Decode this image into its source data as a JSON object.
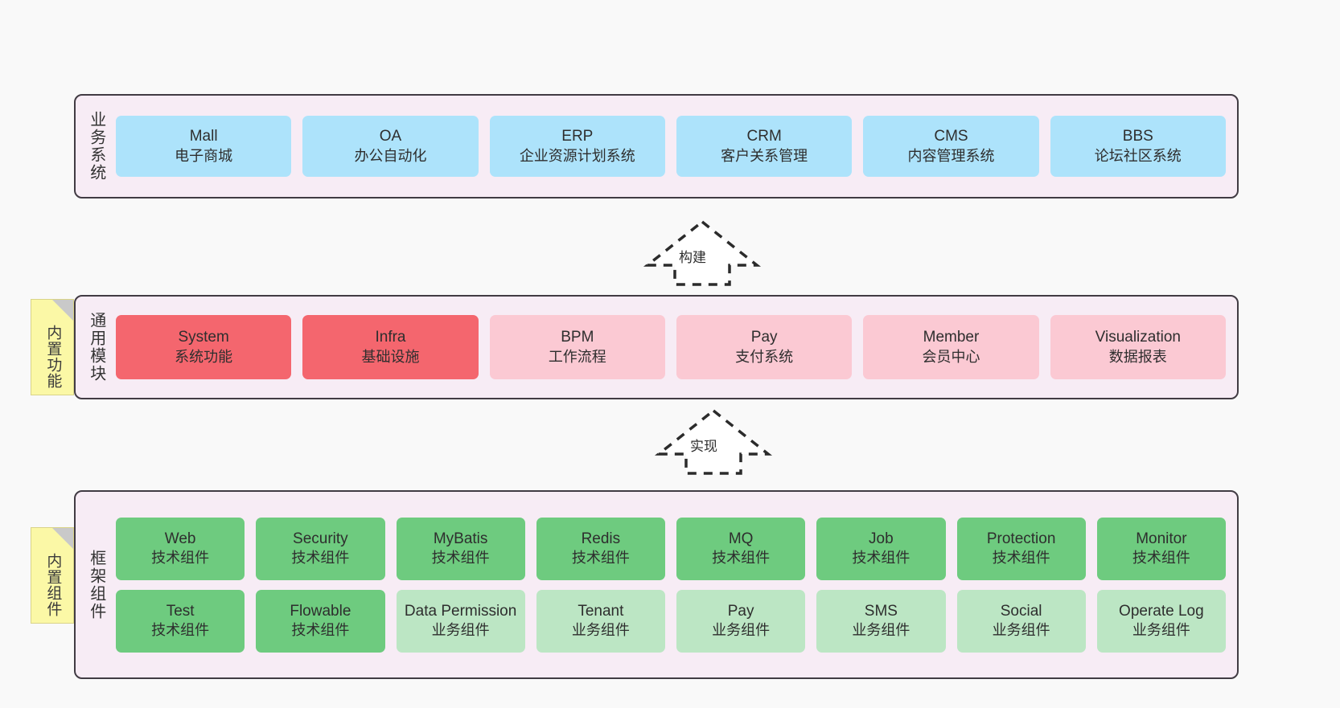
{
  "page": {
    "background_color": "#f9f9f9",
    "container_fill": "#f7ecf5",
    "container_border": "#413b43"
  },
  "layers": [
    {
      "id": "business-systems",
      "title": "业务系统",
      "rows": [
        {
          "cells": [
            {
              "name": "Mall",
              "subtitle": "电子商城",
              "color": "#ade3fb",
              "style": "c-blue"
            },
            {
              "name": "OA",
              "subtitle": "办公自动化",
              "color": "#ade3fb",
              "style": "c-blue"
            },
            {
              "name": "ERP",
              "subtitle": "企业资源计划系统",
              "color": "#ade3fb",
              "style": "c-blue"
            },
            {
              "name": "CRM",
              "subtitle": "客户关系管理",
              "color": "#ade3fb",
              "style": "c-blue"
            },
            {
              "name": "CMS",
              "subtitle": "内容管理系统",
              "color": "#ade3fb",
              "style": "c-blue"
            },
            {
              "name": "BBS",
              "subtitle": "论坛社区系统",
              "color": "#ade3fb",
              "style": "c-blue"
            }
          ]
        }
      ]
    },
    {
      "id": "common-modules",
      "title": "通用模块",
      "sticky_note": "内置功能",
      "rows": [
        {
          "cells": [
            {
              "name": "System",
              "subtitle": "系统功能",
              "color": "#f4666e",
              "style": "c-red"
            },
            {
              "name": "Infra",
              "subtitle": "基础设施",
              "color": "#f4666e",
              "style": "c-red"
            },
            {
              "name": "BPM",
              "subtitle": "工作流程",
              "color": "#fbc9d3",
              "style": "c-pink"
            },
            {
              "name": "Pay",
              "subtitle": "支付系统",
              "color": "#fbc9d3",
              "style": "c-pink"
            },
            {
              "name": "Member",
              "subtitle": "会员中心",
              "color": "#fbc9d3",
              "style": "c-pink"
            },
            {
              "name": "Visualization",
              "subtitle": "数据报表",
              "color": "#fbc9d3",
              "style": "c-pink"
            }
          ]
        }
      ]
    },
    {
      "id": "framework-components",
      "title": "框架组件",
      "sticky_note": "内置组件",
      "rows": [
        {
          "cells": [
            {
              "name": "Web",
              "subtitle": "技术组件",
              "color": "#6ecb7f",
              "style": "c-green"
            },
            {
              "name": "Security",
              "subtitle": "技术组件",
              "color": "#6ecb7f",
              "style": "c-green"
            },
            {
              "name": "MyBatis",
              "subtitle": "技术组件",
              "color": "#6ecb7f",
              "style": "c-green"
            },
            {
              "name": "Redis",
              "subtitle": "技术组件",
              "color": "#6ecb7f",
              "style": "c-green"
            },
            {
              "name": "MQ",
              "subtitle": "技术组件",
              "color": "#6ecb7f",
              "style": "c-green"
            },
            {
              "name": "Job",
              "subtitle": "技术组件",
              "color": "#6ecb7f",
              "style": "c-green"
            },
            {
              "name": "Protection",
              "subtitle": "技术组件",
              "color": "#6ecb7f",
              "style": "c-green"
            },
            {
              "name": "Monitor",
              "subtitle": "技术组件",
              "color": "#6ecb7f",
              "style": "c-green"
            }
          ]
        },
        {
          "cells": [
            {
              "name": "Test",
              "subtitle": "技术组件",
              "color": "#6ecb7f",
              "style": "c-green"
            },
            {
              "name": "Flowable",
              "subtitle": "技术组件",
              "color": "#6ecb7f",
              "style": "c-green"
            },
            {
              "name": "Data Permission",
              "subtitle": "业务组件",
              "color": "#bce6c4",
              "style": "c-lightgreen"
            },
            {
              "name": "Tenant",
              "subtitle": "业务组件",
              "color": "#bce6c4",
              "style": "c-lightgreen"
            },
            {
              "name": "Pay",
              "subtitle": "业务组件",
              "color": "#bce6c4",
              "style": "c-lightgreen"
            },
            {
              "name": "SMS",
              "subtitle": "业务组件",
              "color": "#bce6c4",
              "style": "c-lightgreen"
            },
            {
              "name": "Social",
              "subtitle": "业务组件",
              "color": "#bce6c4",
              "style": "c-lightgreen"
            },
            {
              "name": "Operate Log",
              "subtitle": "业务组件",
              "color": "#bce6c4",
              "style": "c-lightgreen"
            }
          ]
        }
      ]
    }
  ],
  "connectors": [
    {
      "id": "build",
      "label": "构建",
      "direction": "up",
      "style": "dashed-hollow-arrow"
    },
    {
      "id": "implement",
      "label": "实现",
      "direction": "up",
      "style": "dashed-hollow-arrow"
    }
  ]
}
